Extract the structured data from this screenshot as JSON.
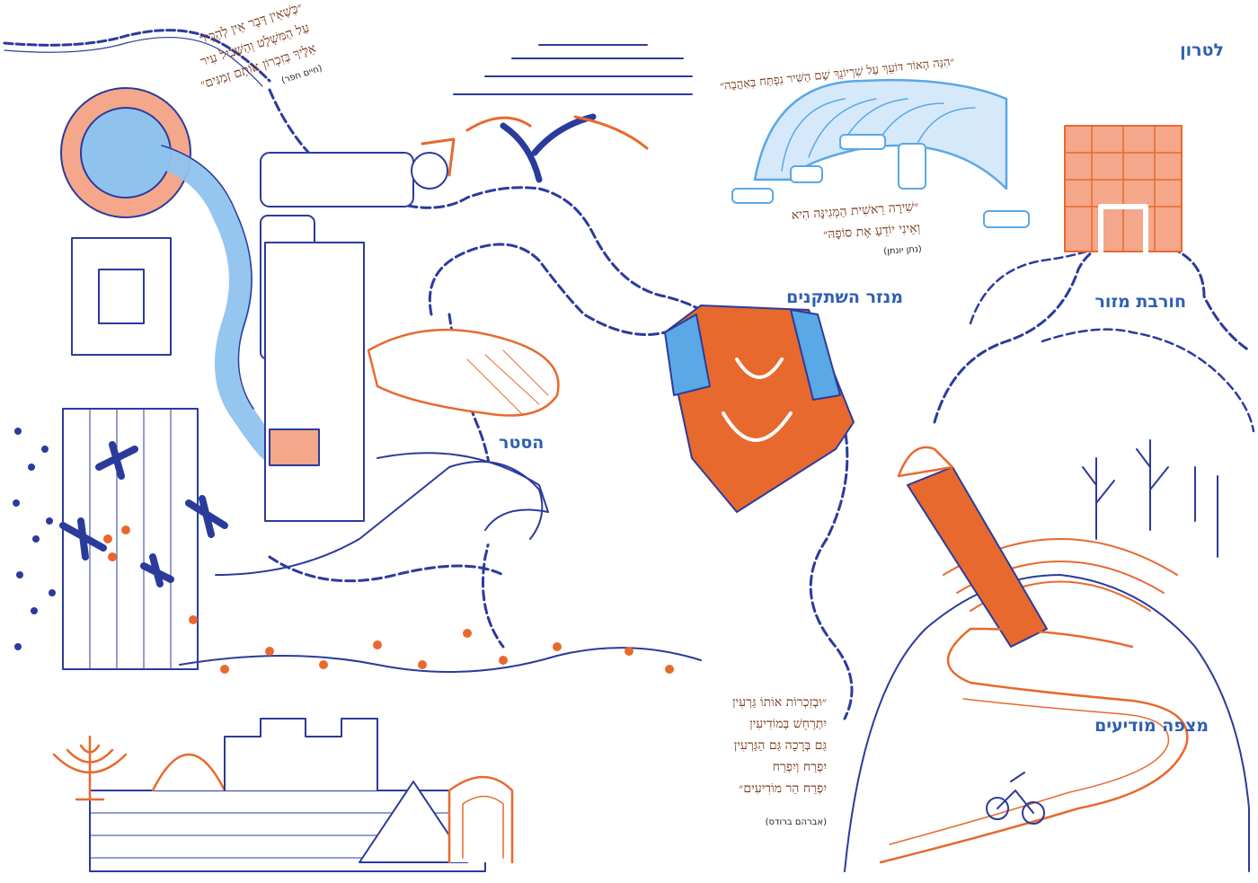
{
  "colors": {
    "blue": "#2b3b9c",
    "orange": "#e8692e",
    "light_blue": "#5aa8e6",
    "ink_brown": "#7a3a1c",
    "label_blue": "#2f5fb3"
  },
  "places": {
    "latrun": "לטרון",
    "minzar": "מנזר השתקנים",
    "hurvat_mazor": "חורבת מזור",
    "hastar": "הסטר",
    "mitzpe_modiim": "מצפה מודיעים"
  },
  "poems": {
    "hefer": {
      "lines": [
        "״כְּשֶׁאֵין דָּבָר אֵין לְהַכִּיר",
        "עַל הַמִּשְׁלָט וְהַשְּׁבִיל עִיר",
        "אֵלֶּיךָ בְּזִכְרוֹן אוֹתָם זְמַנִּים״"
      ],
      "author": "(חיים חפר)"
    },
    "latrun": {
      "lines": [
        "״הִנֵּה הָאוֹר דּוֹעֵךְ עַל שִׁרְיוֹנֵךְ שָׁם הַשִּׁיר נִפְתַּח בְּאַהֲבָה״"
      ]
    },
    "yonatan": {
      "lines": [
        "״שִׁירָה רֵאשִׁית הַמְּגִינָּה הִיא",
        "וְאֵינִי יוֹדֵעַ אֶת סוֹפָהּ״"
      ],
      "author": "(נתן יונתן)"
    },
    "modiin": {
      "lines": [
        "״וּבְזִכְרוֹת אוֹתוֹ גַּרְעִין",
        "יִתְרַחֵשׁ בְּמוֹדִיעִין",
        "גַּם בְּרָכָה גַּם הַגַּרְעִין",
        "יִפְרַח וְיִפְרַח",
        "יִפְרַח הַר מוֹדִיעִים״"
      ],
      "author": "(אברהם ברודס)"
    }
  }
}
